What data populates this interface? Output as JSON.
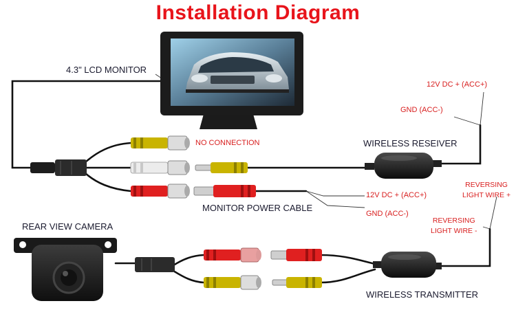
{
  "title": "Installation Diagram",
  "labels": {
    "monitor": "4.3\"  LCD MONITOR",
    "no_connection": "NO CONNECTION",
    "power_cable": "MONITOR POWER CABLE",
    "power_12v": "12V DC + (ACC+)",
    "power_gnd": "GND (ACC-)",
    "receiver_12v": "12V DC + (ACC+)",
    "receiver_gnd": "GND (ACC-)",
    "receiver": "WIRELESS RESEIVER",
    "reversing_plus_1": "REVERSING",
    "reversing_plus_2": "LIGHT WIRE +",
    "reversing_minus_1": "REVERSING",
    "reversing_minus_2": "LIGHT WIRE -",
    "camera": "REAR VIEW CAMERA",
    "transmitter": "WIRELESS TRANSMITTER"
  },
  "colors": {
    "title": "#e8141b",
    "annotation": "#d81e1e",
    "wire": "#111111",
    "rca_yellow": "#c9b400",
    "rca_white": "#e8e8e8",
    "rca_red": "#e02020",
    "connector_black": "#2b2b2b"
  }
}
